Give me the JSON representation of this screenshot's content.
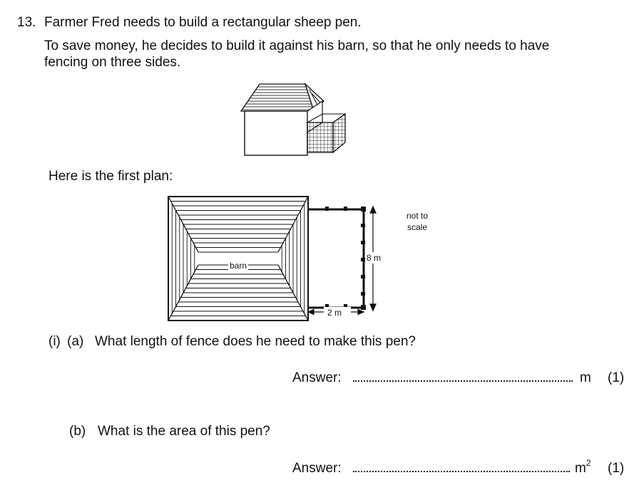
{
  "question": {
    "number": "13.",
    "line1": "Farmer Fred needs to build a rectangular sheep pen.",
    "line2": "To save money, he decides to build it against his barn, so that he only needs to have",
    "line3": "fencing on three sides.",
    "plan_intro": "Here is the first plan:"
  },
  "plan": {
    "barn_label": "barn",
    "height_label": "8 m",
    "width_label": "2 m",
    "scale_note_line1": "not to",
    "scale_note_line2": "scale"
  },
  "part_a": {
    "label": "(i)  (a)",
    "text": "What length of fence does he need to make this pen?",
    "answer_label": "Answer:",
    "unit": "m",
    "marks": "(1)"
  },
  "part_b": {
    "label": "(b)",
    "text": "What is the area of this pen?",
    "answer_label": "Answer:",
    "unit": "m",
    "unit_sup": "2",
    "marks": "(1)"
  }
}
